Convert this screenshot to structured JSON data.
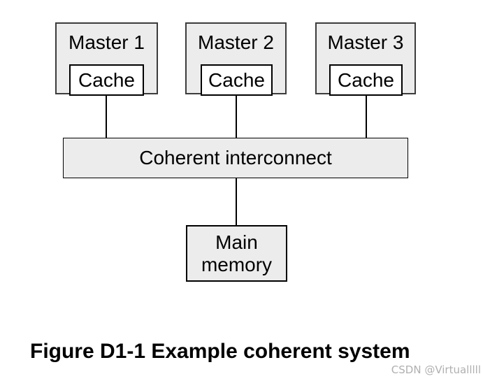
{
  "diagram": {
    "masters": [
      {
        "label": "Master 1",
        "cache_label": "Cache"
      },
      {
        "label": "Master 2",
        "cache_label": "Cache"
      },
      {
        "label": "Master 3",
        "cache_label": "Cache"
      }
    ],
    "interconnect_label": "Coherent interconnect",
    "memory_label": "Main\nmemory"
  },
  "caption": "Figure D1-1 Example coherent system",
  "watermark": "CSDN @Virtualllll",
  "colors": {
    "box_fill": "#ececec",
    "box_border": "#000000",
    "master_border": "#3c3c3c",
    "line_color": "#000000",
    "watermark_color": "#b0b0b0"
  }
}
